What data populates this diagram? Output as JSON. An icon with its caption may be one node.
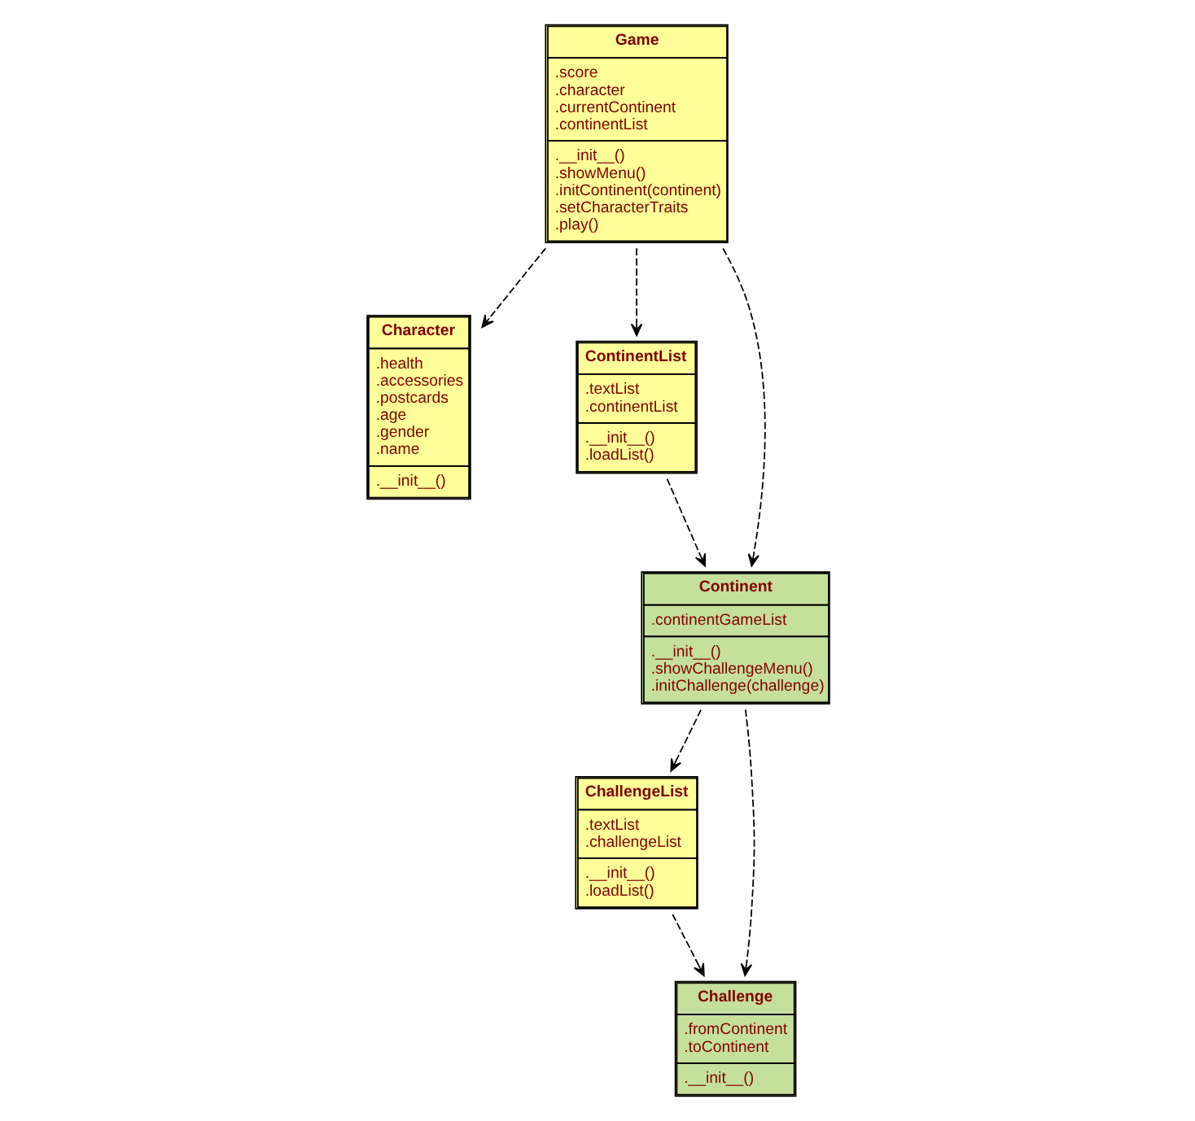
{
  "diagram": {
    "nodes": [
      {
        "text": [
          "Game",
          ".score .character .currentContinent .continentList",
          ".__init__() .showMenu() .initContinent(continent) .setCharacterTraits .play()"
        ]
      },
      {
        "text": [
          "Character",
          ".health .accessories .postcards .age .gender .name",
          ".__init__()"
        ]
      },
      {
        "text": [
          "ContinentList",
          ".textList .continentList",
          ".__init__() .loadList()"
        ]
      },
      {
        "text": [
          "Continent",
          ".continentGameList",
          ".__init__() .showChallengeMenu() .initChallenge(challenge)"
        ]
      },
      {
        "text": [
          "ChallengeList",
          ".textList .challengeList",
          ".__init__() .loadList()"
        ]
      },
      {
        "text": [
          "Challenge",
          ".fromContinent .toContinent",
          ".__init__()"
        ]
      }
    ],
    "edges": [
      {
        "from": 0,
        "to": 1,
        "arrow": "to",
        "style": "dashed"
      },
      {
        "from": 0,
        "to": 2,
        "arrow": "to",
        "style": "dashed"
      },
      {
        "from": 0,
        "to": 3,
        "arrow": "to",
        "style": "dashed"
      },
      {
        "from": 2,
        "to": 3,
        "arrow": "to",
        "style": "dashed"
      },
      {
        "from": 3,
        "to": 4,
        "arrow": "to",
        "style": "dashed"
      },
      {
        "from": 3,
        "to": 5,
        "arrow": "to",
        "style": "dashed"
      },
      {
        "from": 4,
        "to": 5,
        "arrow": "to",
        "style": "dashed"
      }
    ]
  }
}
